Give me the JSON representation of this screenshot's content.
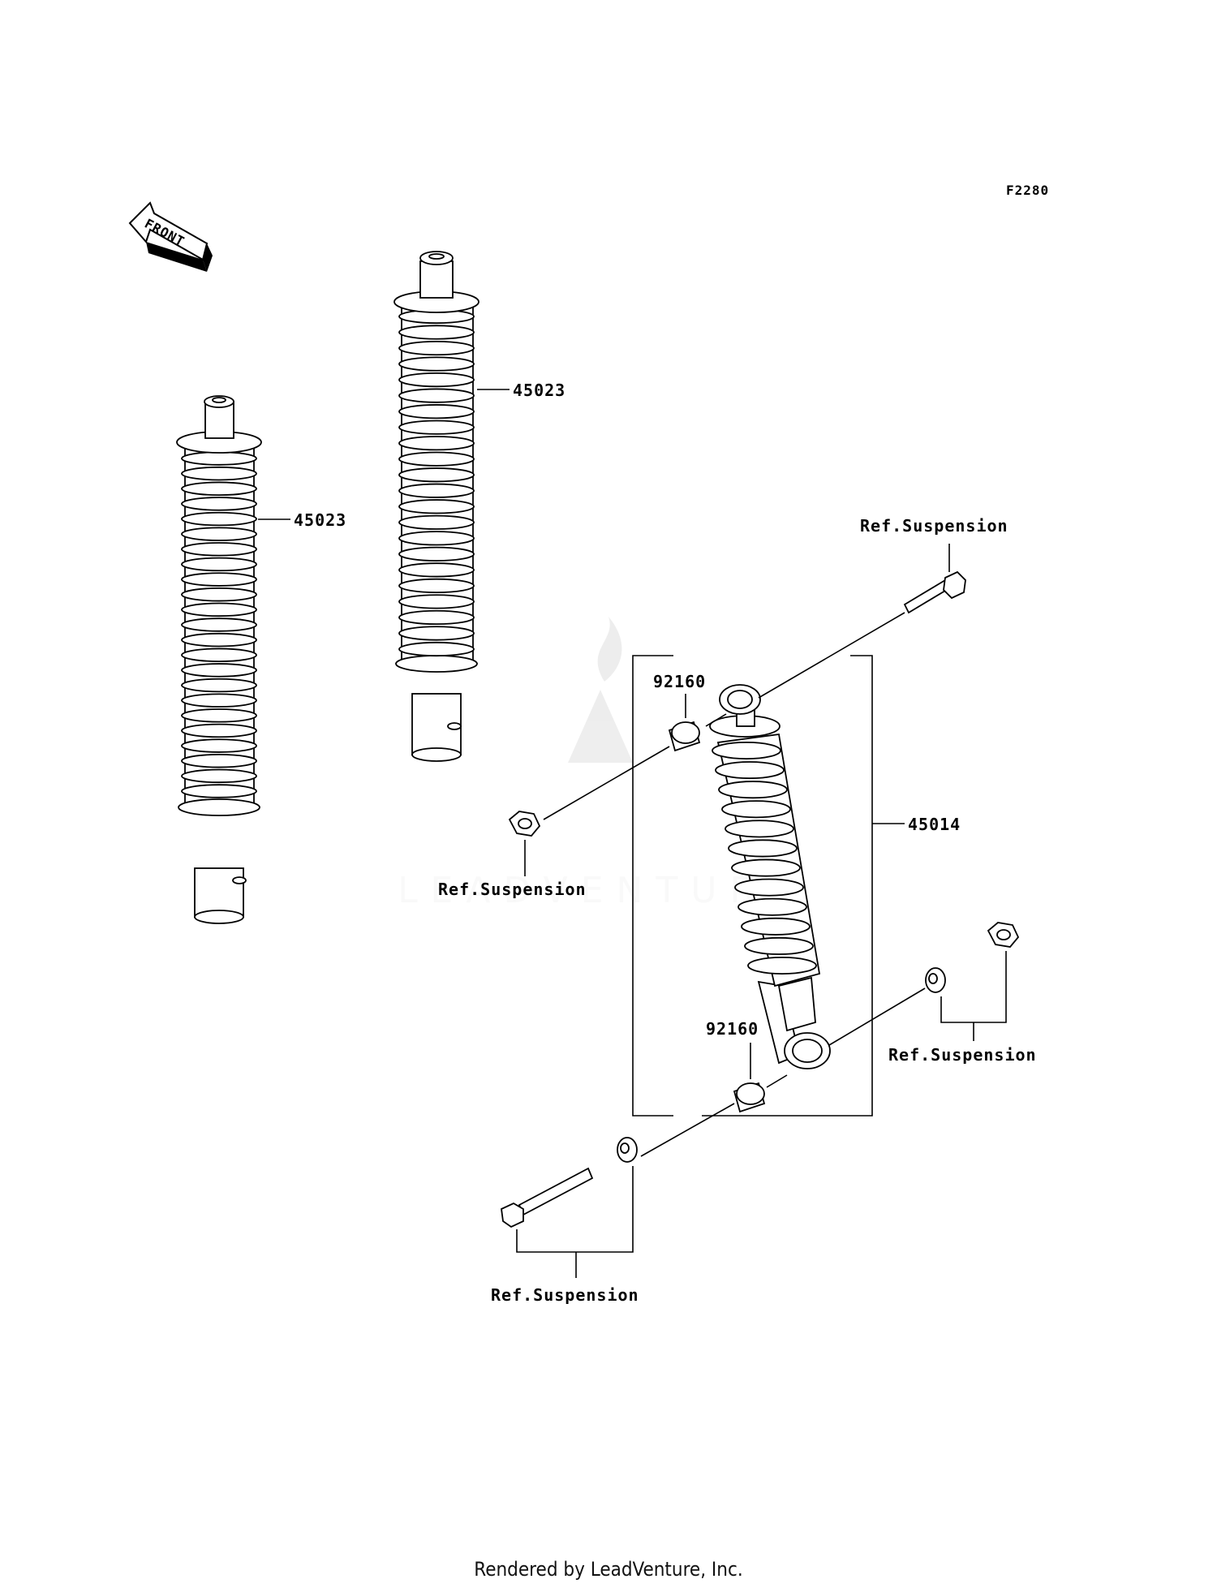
{
  "diagram_id": "F2280",
  "front_label": "FRONT",
  "watermark": "LEADVENTURE",
  "labels": {
    "shock_left": "45023",
    "shock_middle": "45023",
    "shock_assembly": "45014",
    "bushing_top": "92160",
    "bushing_bottom": "92160",
    "ref_top_bolt": "Ref.Suspension",
    "ref_top_nut": "Ref.Suspension",
    "ref_bottom_right": "Ref.Suspension",
    "ref_bottom_left": "Ref.Suspension"
  },
  "footer": "Rendered by LeadVenture, Inc."
}
